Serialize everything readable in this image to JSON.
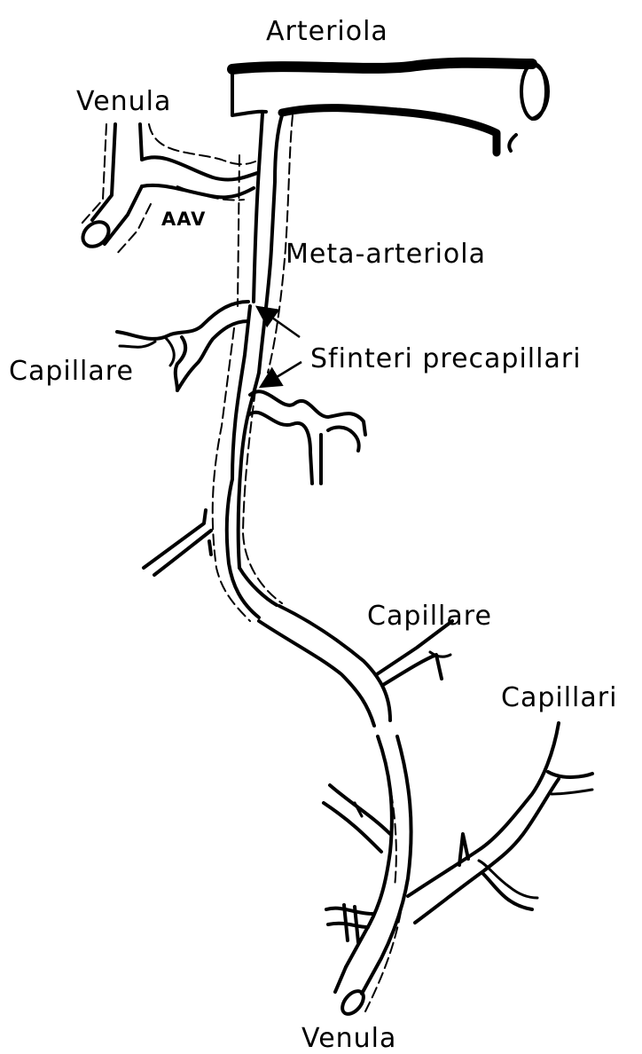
{
  "diagram": {
    "labels": {
      "arteriola": "Arteriola",
      "venula_top": "Venula",
      "aav": "AAV",
      "meta_arteriola": "Meta-arteriola",
      "sfinteri": "Sfinteri precapillari",
      "capillare_left": "Capillare",
      "capillare_right": "Capillare",
      "capillari": "Capillari",
      "venula_bottom": "Venula"
    },
    "colors": {
      "line": "#000000",
      "background": "#ffffff"
    }
  }
}
